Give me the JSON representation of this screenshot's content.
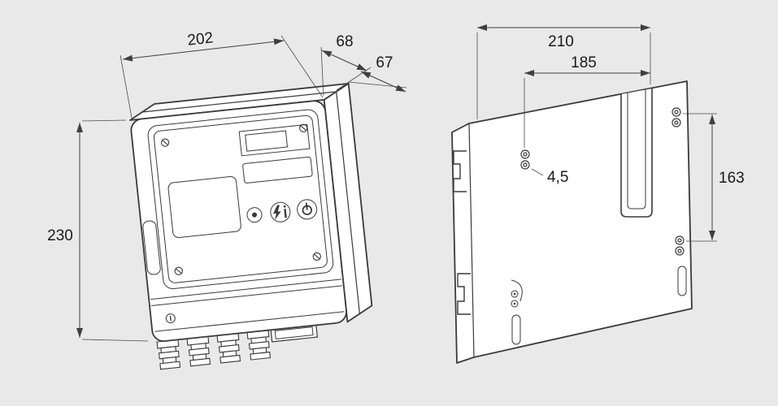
{
  "drawing": {
    "colors": {
      "background": "#e9e9e9",
      "line": "#3a3a3a",
      "fill": "#ffffff",
      "text": "#1a1a1a"
    },
    "front_view": {
      "dims": {
        "width": "202",
        "depth_rear": "68",
        "depth_front": "67",
        "height": "230"
      }
    },
    "rear_view": {
      "dims": {
        "overall_width": "210",
        "mounting_width": "185",
        "hole_diameter": "4,5",
        "mounting_height": "163"
      }
    }
  }
}
